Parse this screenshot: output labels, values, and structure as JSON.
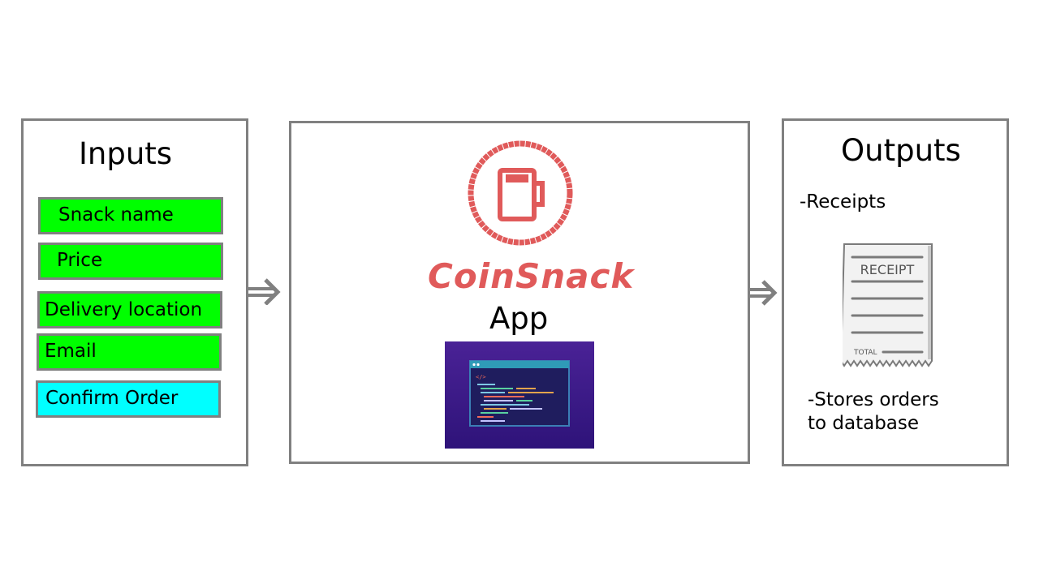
{
  "inputs": {
    "title": "Inputs",
    "fields": [
      "Snack name",
      "Price",
      "Delivery location",
      "Email"
    ],
    "confirm_button": "Confirm Order"
  },
  "app": {
    "logo_text": "CoinSnack",
    "label": "App"
  },
  "outputs": {
    "title": "Outputs",
    "receipts": "-Receipts",
    "receipt_image_title": "RECEIPT",
    "receipt_image_total": "TOTAL",
    "stores_line1": "-Stores orders",
    "stores_line2": "to database"
  },
  "colors": {
    "field_green": "#00ff00",
    "button_cyan": "#00ffff",
    "border_gray": "#808080",
    "logo_red": "#e05a5a",
    "code_bg": "#3a1a8a"
  },
  "icons": {
    "arrows": "right-arrow-icon",
    "logo": "coffee-cup-icon",
    "code": "code-window-icon",
    "receipt": "receipt-icon"
  }
}
